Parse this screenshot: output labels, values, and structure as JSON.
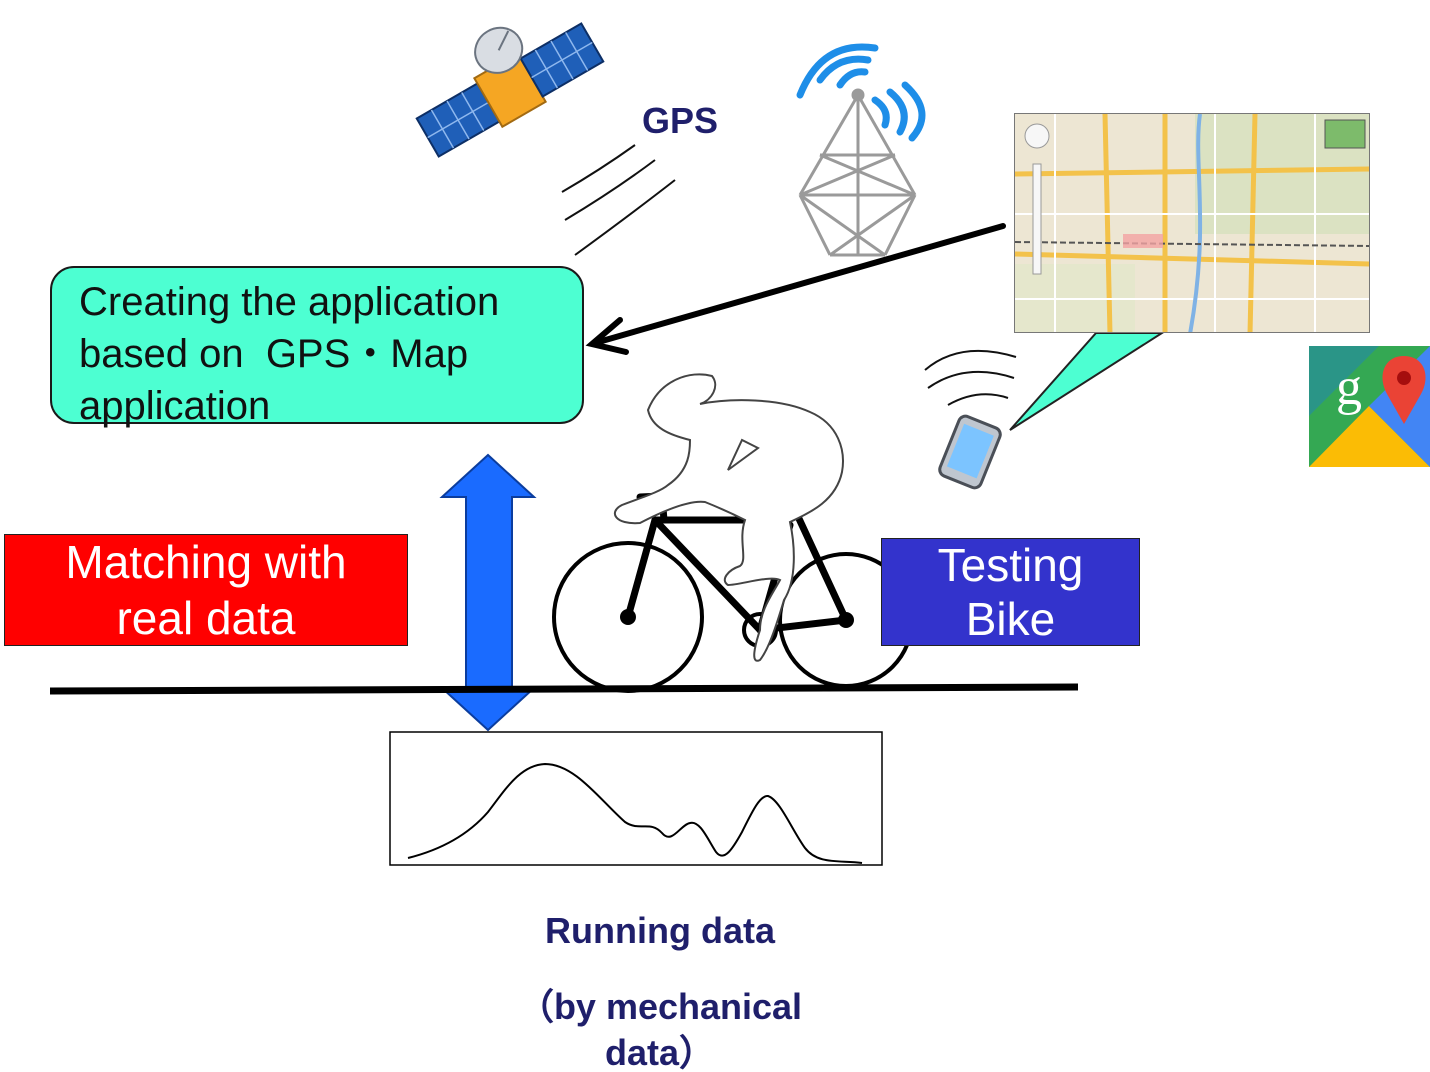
{
  "gps_label": "GPS",
  "app_box": {
    "line1": "Creating the application",
    "line2": "based on  GPS・Map",
    "line3": "application"
  },
  "matching_box": {
    "line1": "Matching with",
    "line2": "real data"
  },
  "testing_box": {
    "line1": "Testing",
    "line2": "Bike"
  },
  "running_label": "Running data",
  "mechanical_label": {
    "line1": "（by mechanical",
    "line2": "data）"
  },
  "colors": {
    "app_box": "#4dffd2",
    "matching_box": "#ff0000",
    "testing_box": "#3333cc",
    "double_arrow": "#1a6bff",
    "label_text": "#1f1f6b"
  },
  "icons": {
    "satellite": "satellite-icon",
    "tower": "antenna-tower-icon",
    "phone": "smartphone-icon",
    "map": "map-screenshot",
    "maps_logo": "google-maps-logo",
    "cyclist": "cyclist-silhouette"
  }
}
